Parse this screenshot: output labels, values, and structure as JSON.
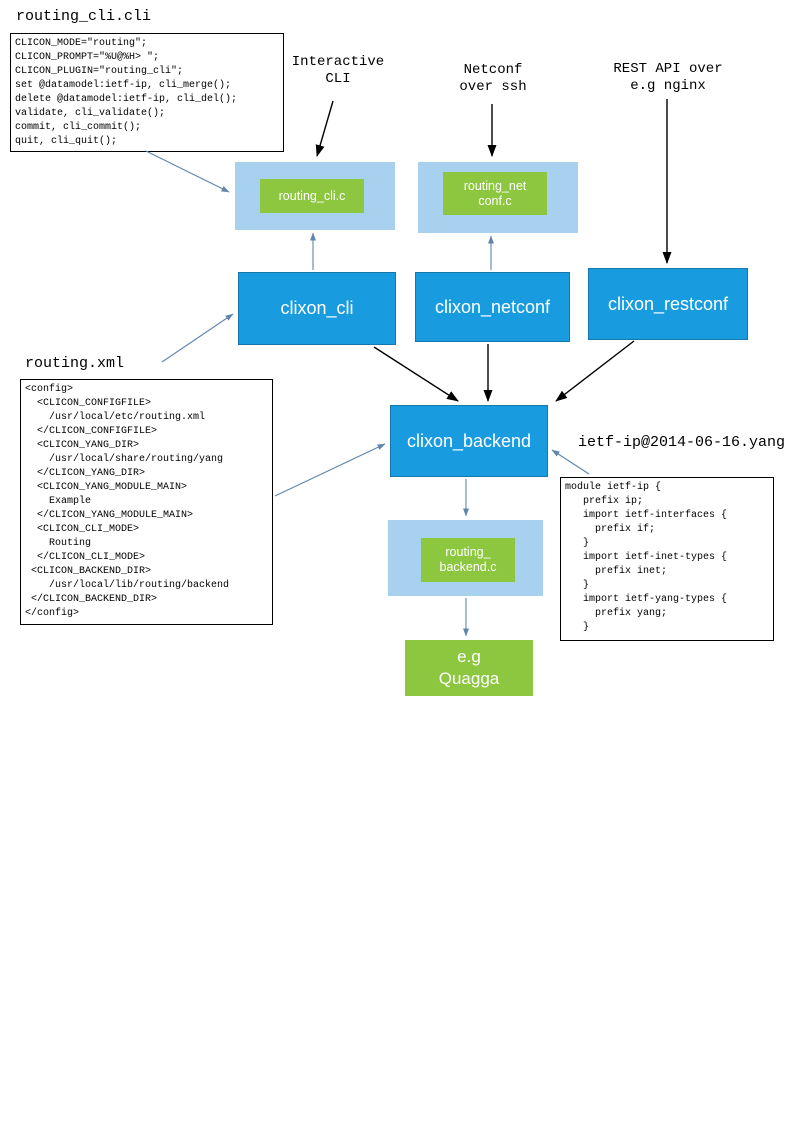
{
  "labels": {
    "routing_cli_file": "routing_cli.cli",
    "interactive_cli": "Interactive\nCLI",
    "netconf_over_ssh": "Netconf\nover ssh",
    "rest_api": "REST API over\ne.g nginx",
    "routing_xml_file": "routing.xml",
    "ietf_yang_file": "ietf-ip@2014-06-16.yang"
  },
  "nodes": {
    "routing_cli_plugin": "routing_cli.c",
    "routing_netconf_plugin": "routing_net\nconf.c",
    "clixon_cli": "clixon_cli",
    "clixon_netconf": "clixon_netconf",
    "clixon_restconf": "clixon_restconf",
    "clixon_backend": "clixon_backend",
    "routing_backend_plugin": "routing_\nbackend.c",
    "quagga": "e.g\nQuagga"
  },
  "code": {
    "routing_cli": "CLICON_MODE=\"routing\";\nCLICON_PROMPT=\"%U@%H> \";\nCLICON_PLUGIN=\"routing_cli\";\nset @datamodel:ietf-ip, cli_merge();\ndelete @datamodel:ietf-ip, cli_del();\nvalidate, cli_validate();\ncommit, cli_commit();\nquit, cli_quit();",
    "routing_xml": "<config>\n  <CLICON_CONFIGFILE>\n    /usr/local/etc/routing.xml\n  </CLICON_CONFIGFILE>\n  <CLICON_YANG_DIR>\n    /usr/local/share/routing/yang\n  </CLICON_YANG_DIR>\n  <CLICON_YANG_MODULE_MAIN>\n    Example\n  </CLICON_YANG_MODULE_MAIN>\n  <CLICON_CLI_MODE>\n    Routing\n  </CLICON_CLI_MODE>\n <CLICON_BACKEND_DIR>\n    /usr/local/lib/routing/backend\n </CLICON_BACKEND_DIR>\n</config>",
    "ietf_yang": "module ietf-ip {\n   prefix ip;\n   import ietf-interfaces {\n     prefix if;\n   }\n   import ietf-inet-types {\n     prefix inet;\n   }\n   import ietf-yang-types {\n     prefix yang;\n   }"
  },
  "colors": {
    "node_blue": "#199cdf",
    "node_blue_border": "#1478ad",
    "light_blue": "#a8d1f0",
    "green": "#8dc63f",
    "arrow_blue": "#5f86ae",
    "black": "#000000"
  }
}
